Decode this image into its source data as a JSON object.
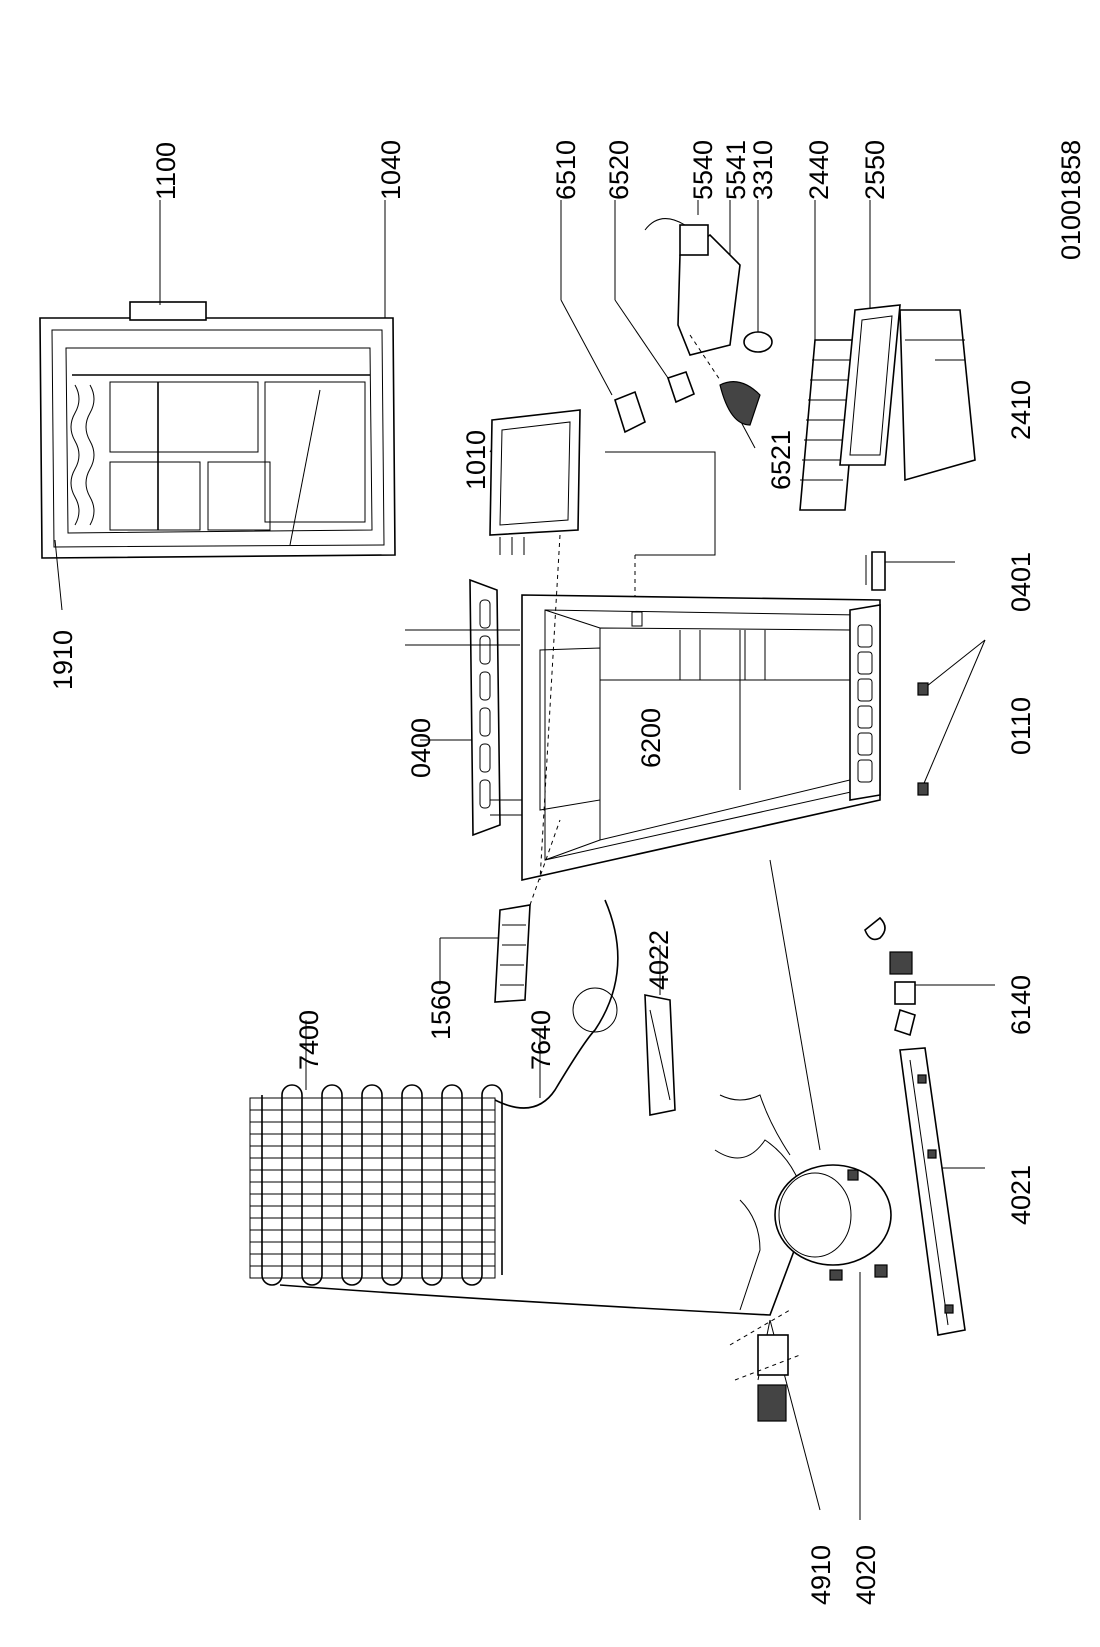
{
  "diagram_id": "01001858",
  "part_labels": [
    "1100",
    "1040",
    "1910",
    "6510",
    "6520",
    "5540",
    "5541",
    "3310",
    "2440",
    "2550",
    "2410",
    "6521",
    "1010",
    "0400",
    "0401",
    "0110",
    "6200",
    "1560",
    "7400",
    "7640",
    "4022",
    "6140",
    "4021",
    "4020",
    "4910"
  ]
}
